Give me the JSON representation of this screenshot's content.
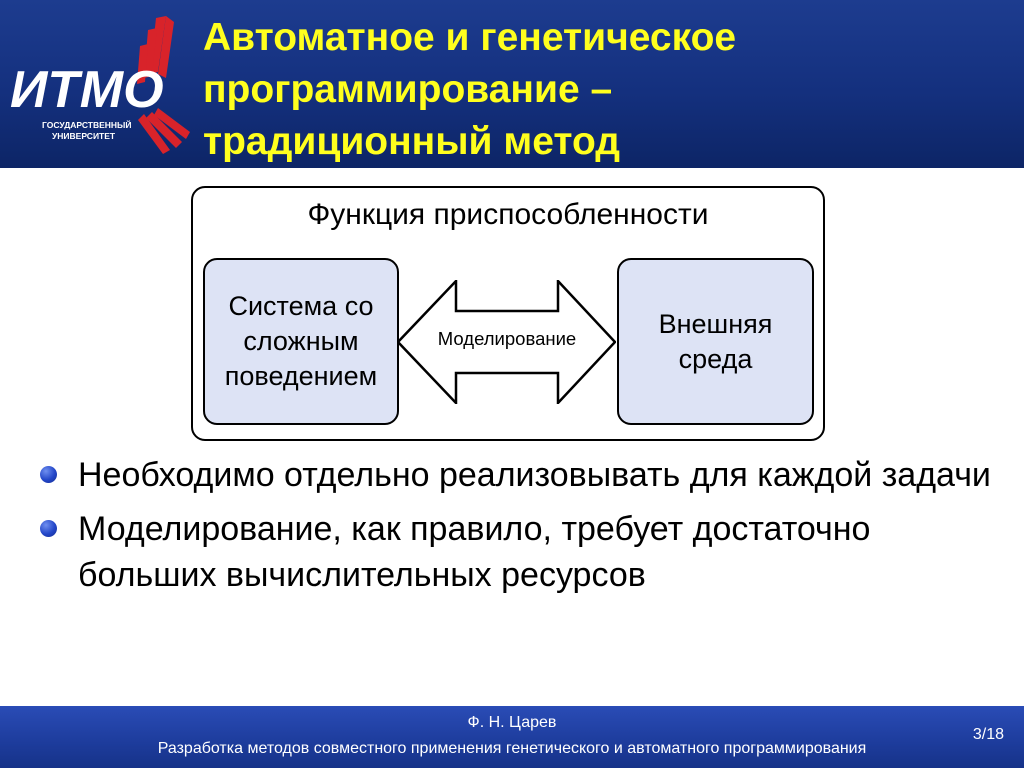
{
  "logo": {
    "text": "ИТМО",
    "subtitle_line1": "ГОСУДАРСТВЕННЫЙ",
    "subtitle_line2": "УНИВЕРСИТЕТ"
  },
  "title": {
    "line1": "Автоматное и генетическое",
    "line2": "программирование –",
    "line3": "традиционный метод"
  },
  "diagram": {
    "frame_title": "Функция приспособленности",
    "left_box": {
      "line1": "Система со",
      "line2": "сложным",
      "line3": "поведением"
    },
    "arrow_label": "Моделирование",
    "right_box": {
      "line1": "Внешняя",
      "line2": "среда"
    }
  },
  "bullets": [
    "Необходимо отдельно реализовывать для каждой задачи",
    "Моделирование, как правило, требует достаточно больших вычислительных ресурсов"
  ],
  "footer": {
    "author": "Ф. Н. Царев",
    "subtitle": "Разработка методов совместного применения генетического и автоматного программирования",
    "page": "3/18"
  },
  "colors": {
    "header_bg": "#14307e",
    "title_text": "#ffff1e",
    "box_fill": "#dde3f5",
    "logo_red": "#d8232a",
    "footer_bg": "#1d3c9c",
    "bullet": "#2346c8"
  }
}
